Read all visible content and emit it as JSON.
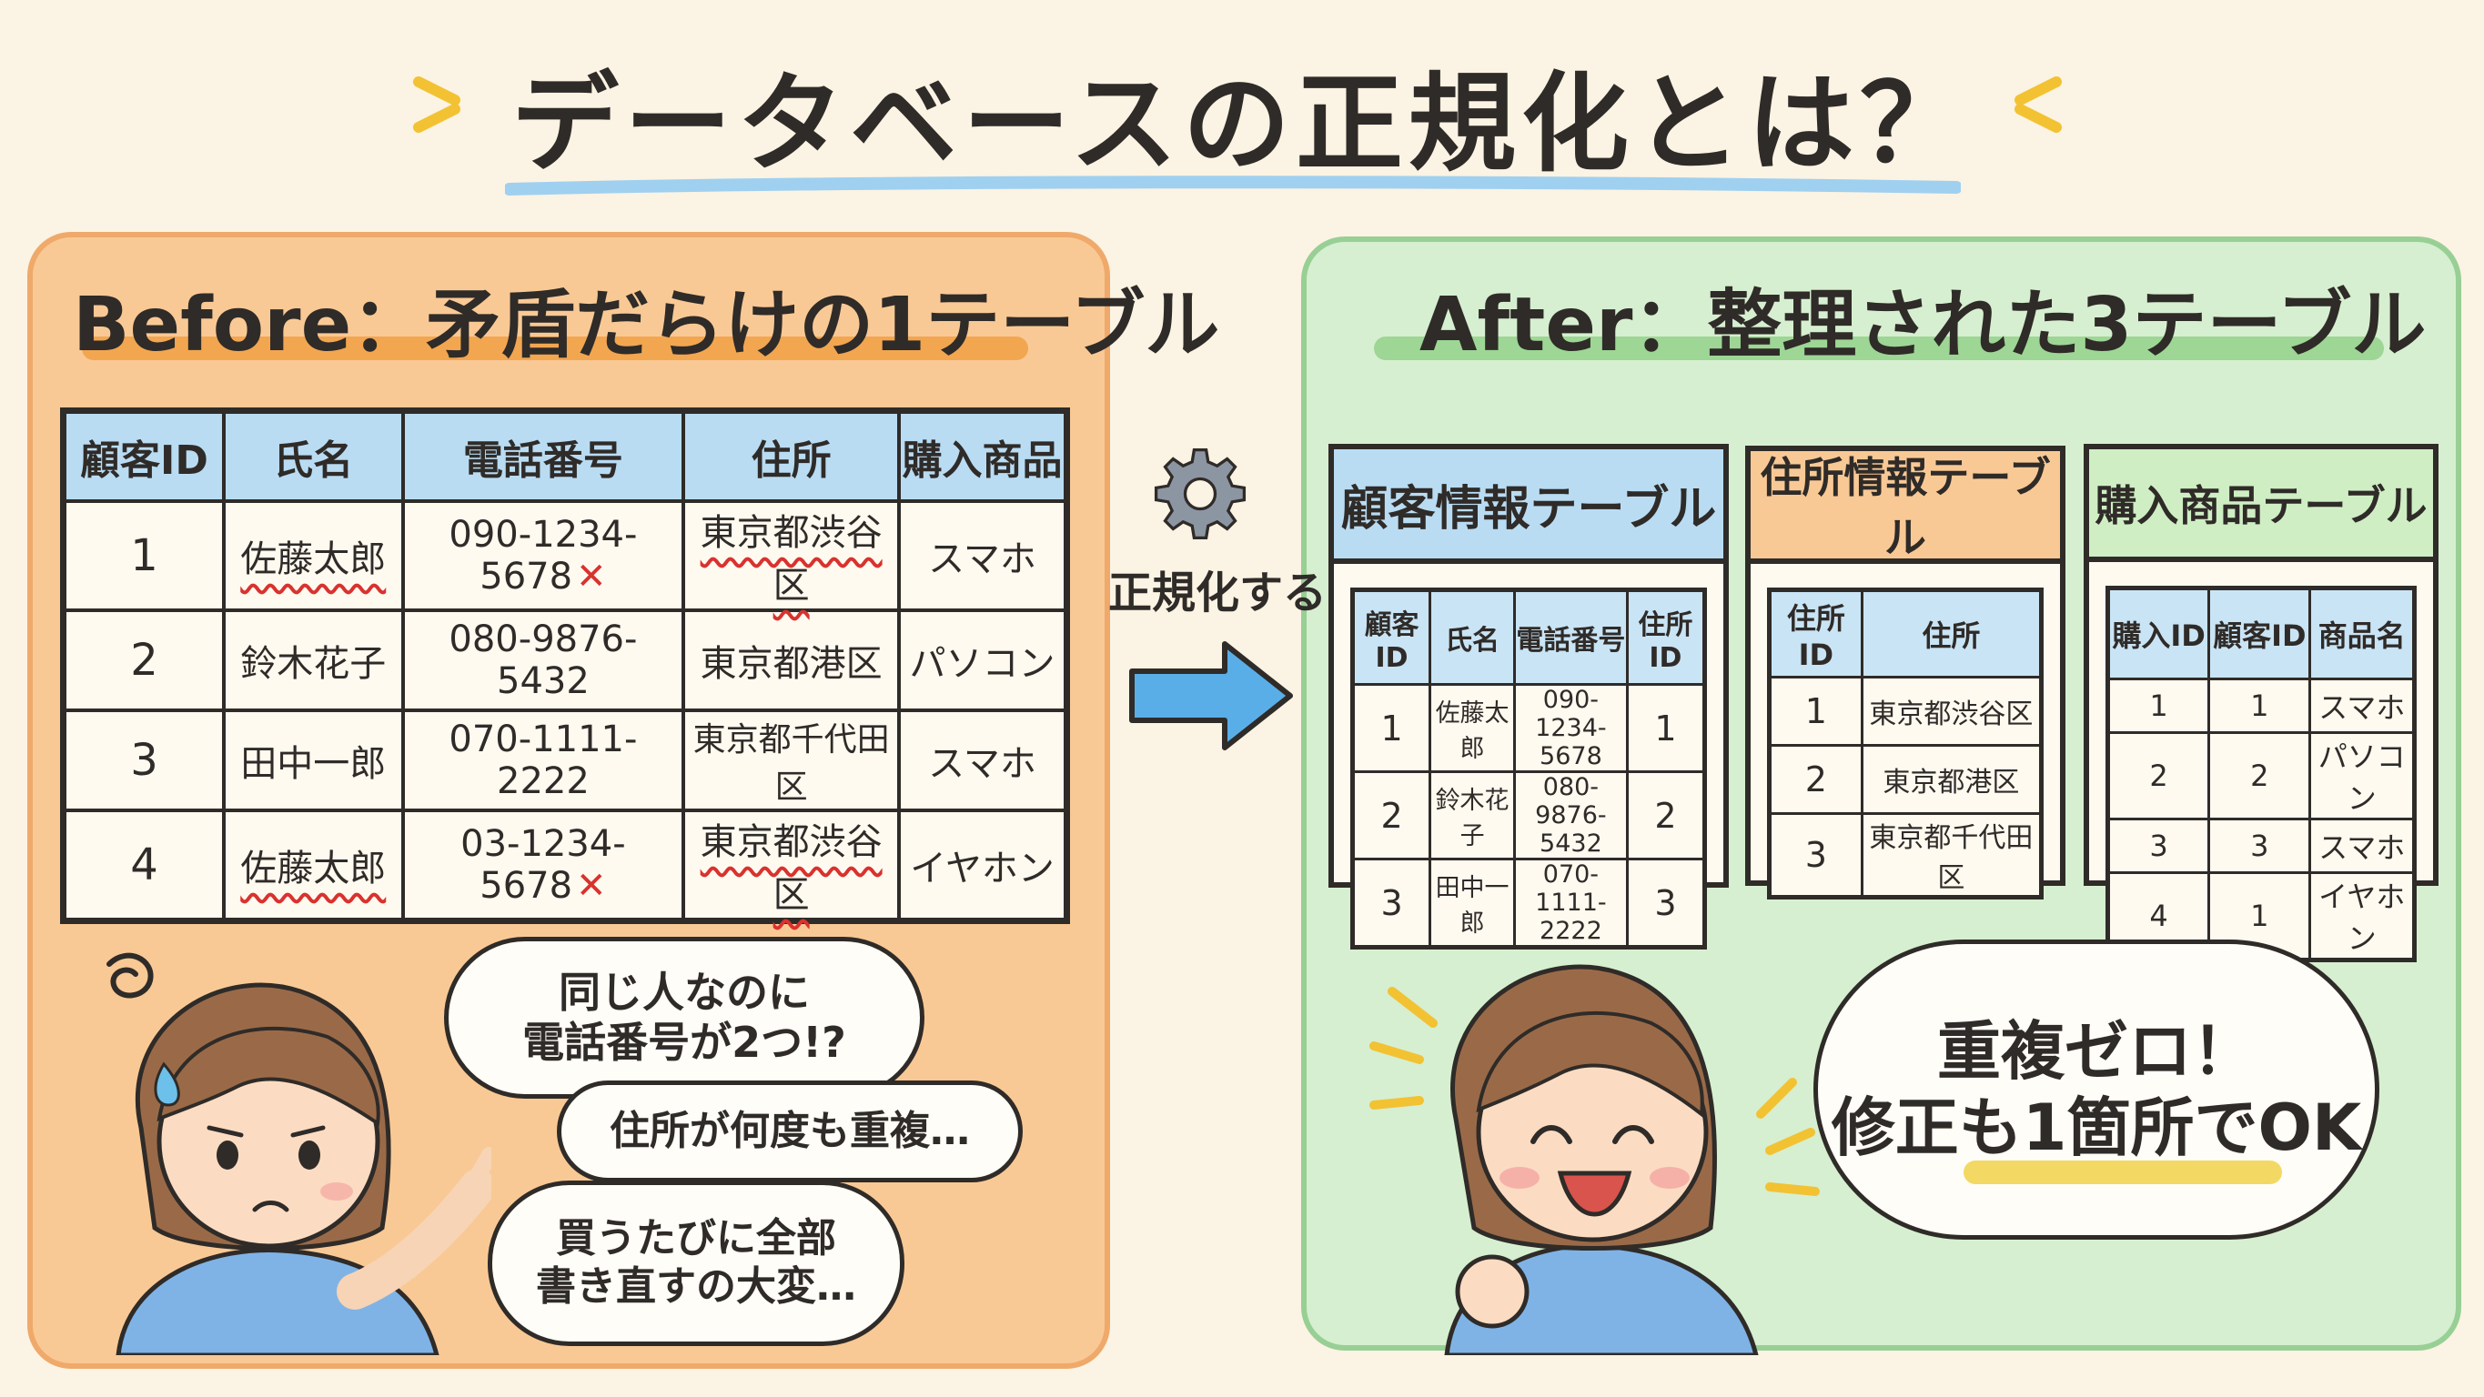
{
  "title": "データベースの正規化とは？",
  "before": {
    "title": "Before：矛盾だらけの1テーブル",
    "table": {
      "headers": [
        "顧客ID",
        "氏名",
        "電話番号",
        "住所",
        "購入商品"
      ],
      "rows": [
        [
          "1",
          "佐藤太郎",
          "090-1234-5678",
          "東京都渋谷区",
          "スマホ"
        ],
        [
          "2",
          "鈴木花子",
          "080-9876-5432",
          "東京都港区",
          "パソコン"
        ],
        [
          "3",
          "田中一郎",
          "070-1111-2222",
          "東京都千代田区",
          "スマホ"
        ],
        [
          "4",
          "佐藤太郎",
          "03-1234-5678",
          "東京都渋谷区",
          "イヤホン"
        ]
      ]
    },
    "speech": [
      "同じ人なのに\n電話番号が2つ!?",
      "住所が何度も重複…",
      "買うたびに全部\n書き直すの大変…"
    ]
  },
  "center_label": "正規化する",
  "after": {
    "title": "After：整理された3テーブル",
    "customer_table": {
      "title": "顧客情報テーブル",
      "headers": [
        "顧客ID",
        "氏名",
        "電話番号",
        "住所ID"
      ],
      "rows": [
        [
          "1",
          "佐藤太郎",
          "090-1234-5678",
          "1"
        ],
        [
          "2",
          "鈴木花子",
          "080-9876-5432",
          "2"
        ],
        [
          "3",
          "田中一郎",
          "070-1111-2222",
          "3"
        ]
      ]
    },
    "address_table": {
      "title": "住所情報テーブル",
      "headers": [
        "住所ID",
        "住所"
      ],
      "rows": [
        [
          "1",
          "東京都渋谷区"
        ],
        [
          "2",
          "東京都港区"
        ],
        [
          "3",
          "東京都千代田区"
        ]
      ]
    },
    "purchase_table": {
      "title": "購入商品テーブル",
      "headers": [
        "購入ID",
        "顧客ID",
        "商品名"
      ],
      "rows": [
        [
          "1",
          "1",
          "スマホ"
        ],
        [
          "2",
          "2",
          "パソコン"
        ],
        [
          "3",
          "3",
          "スマホ"
        ],
        [
          "4",
          "1",
          "イヤホン"
        ]
      ]
    },
    "speech": "重複ゼロ！\n修正も1箇所でOK"
  },
  "marks": {
    "error": "✕"
  },
  "colors": {
    "before_bg": "#f9c995",
    "after_bg": "#d6efd0",
    "header_blue": "#b9dcf3",
    "error_red": "#d9322e",
    "arrow_blue": "#5aaee8"
  }
}
